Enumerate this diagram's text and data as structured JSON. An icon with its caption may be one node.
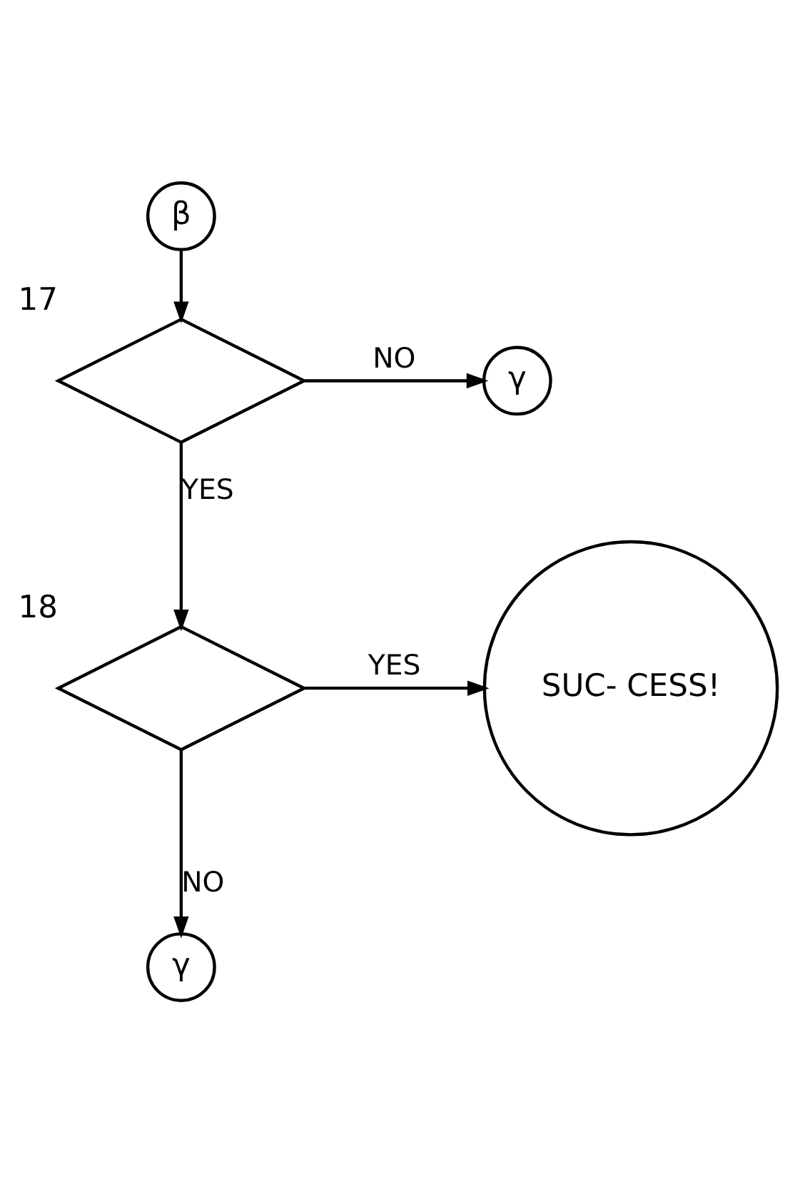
{
  "diagram": {
    "nodes": [
      {
        "text": [
          "β"
        ]
      },
      {
        "text": [],
        "shape": "diamond",
        "beside": [
          "17"
        ]
      },
      {
        "text": [
          "γ"
        ]
      },
      {
        "text": [],
        "shape": "diamond",
        "beside": [
          "18"
        ]
      },
      {
        "text": [
          "SUC- CESS!"
        ]
      },
      {
        "text": [
          "γ"
        ]
      }
    ],
    "edges": [
      {
        "from": 0,
        "to": 1,
        "arrow": "to"
      },
      {
        "from": 1,
        "to": 2,
        "arrow": "to",
        "label": "NO"
      },
      {
        "from": 1,
        "to": 3,
        "arrow": "to",
        "label": "YES"
      },
      {
        "from": 3,
        "to": 4,
        "arrow": "to",
        "label": "YES"
      },
      {
        "from": 3,
        "to": 5,
        "arrow": "to",
        "label": "NO"
      }
    ]
  }
}
